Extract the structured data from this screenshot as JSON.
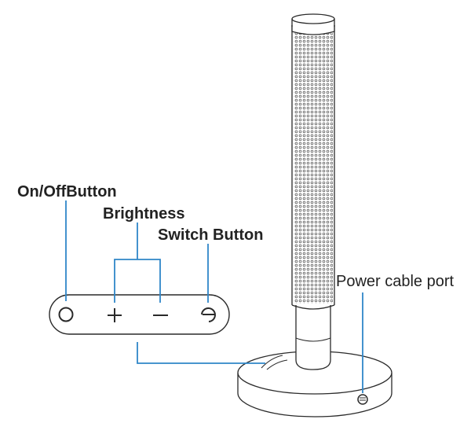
{
  "labels": {
    "on_off": "On/OffButton",
    "brightness": "Brightness",
    "switch": "Switch Button",
    "power_port": "Power cable port"
  },
  "colors": {
    "leader_line": "#2f86c8",
    "outline": "#2a2a2a",
    "text": "#222222",
    "background": "#ffffff"
  },
  "icons": {
    "on_off": "circle-icon",
    "brightness_up": "plus-icon",
    "brightness_down": "minus-icon",
    "switch": "cycle-icon",
    "port": "port-icon"
  }
}
